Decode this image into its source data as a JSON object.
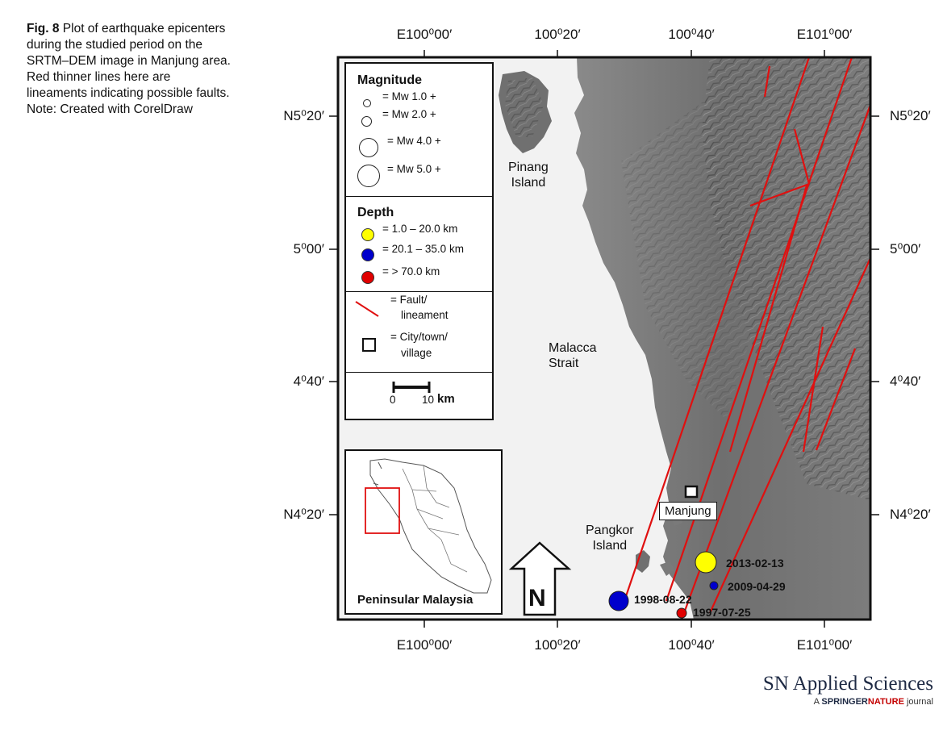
{
  "caption": {
    "label": "Fig. 8",
    "text": "Plot of earthquake epicenters during the studied period on the SRTM–DEM image in Manjung area. Red thinner lines here are lineaments indicating possible faults. Note: Created with CorelDraw"
  },
  "axes": {
    "top": [
      "E100⁰00′",
      "100⁰20′",
      "100⁰40′",
      "E101⁰00′"
    ],
    "bottom": [
      "E100⁰00′",
      "100⁰20′",
      "100⁰40′",
      "E101⁰00′"
    ],
    "left": [
      "N5⁰20′",
      "5⁰00′",
      "4⁰40′",
      "N4⁰20′"
    ],
    "right": [
      "N5⁰20′",
      "5⁰00′",
      "4⁰40′",
      "N4⁰20′"
    ]
  },
  "legend": {
    "magnitude_title": "Magnitude",
    "magnitude_items": [
      "=  Mw 1.0 +",
      "=  Mw 2.0 +",
      "=  Mw 4.0 +",
      "=  Mw 5.0 +"
    ],
    "depth_title": "Depth",
    "depth_items": [
      {
        "label": "=  1.0 – 20.0 km",
        "color": "#ffff00"
      },
      {
        "label": "=  20.1 – 35.0 km",
        "color": "#0000cc"
      },
      {
        "label": "=  > 70.0 km",
        "color": "#e00000"
      }
    ],
    "fault_label_1": "=  Fault/",
    "fault_label_2": "lineament",
    "town_label_1": "=  City/town/",
    "town_label_2": "village",
    "scale_zero": "0",
    "scale_ten": "10",
    "scale_unit": "km"
  },
  "map_labels": {
    "pinang_1": "Pinang",
    "pinang_2": "Island",
    "strait_1": "Malacca",
    "strait_2": "Strait",
    "pangkor_1": "Pangkor",
    "pangkor_2": "Island",
    "town": "Manjung",
    "north": "N"
  },
  "events": [
    {
      "date": "2013-02-13",
      "depth_class": "1.0 – 20.0 km",
      "color": "#ffff00"
    },
    {
      "date": "2009-04-29",
      "depth_class": "20.1 – 35.0 km",
      "color": "#0000cc"
    },
    {
      "date": "1998-08-22",
      "depth_class": "20.1 – 35.0 km",
      "color": "#0000cc"
    },
    {
      "date": "1997-07-25",
      "depth_class": "> 70.0 km",
      "color": "#e00000"
    }
  ],
  "inset": {
    "label": "Peninsular Malaysia"
  },
  "publisher": {
    "journal": "SN Applied Sciences",
    "prefix": "A",
    "springer": "SPRINGER",
    "nature": "NATURE",
    "suffix": "journal"
  },
  "colors": {
    "fault": "#e01010",
    "sea": "#f2f2f2",
    "land": "#777777"
  }
}
